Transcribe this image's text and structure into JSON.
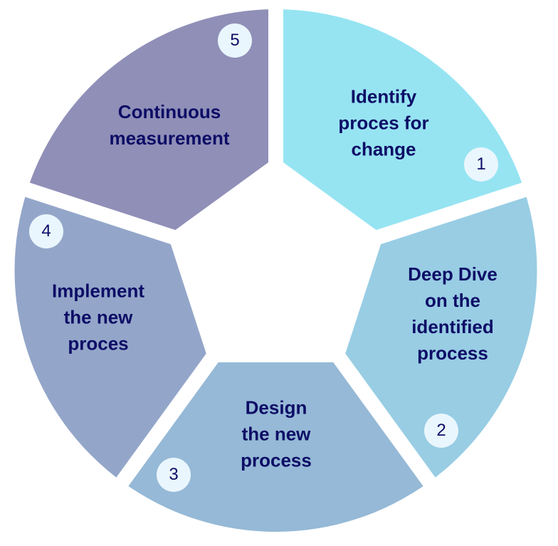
{
  "diagram": {
    "type": "cycle",
    "steps": [
      {
        "number": "1",
        "label_lines": [
          "Identify",
          "proces for",
          "change"
        ],
        "color": "#96e4f2"
      },
      {
        "number": "2",
        "label_lines": [
          "Deep Dive",
          "on the",
          "identified",
          "process"
        ],
        "color": "#98cde4"
      },
      {
        "number": "3",
        "label_lines": [
          "Design",
          "the new",
          "process"
        ],
        "color": "#95b9d6"
      },
      {
        "number": "4",
        "label_lines": [
          "Implement",
          "the new",
          "proces"
        ],
        "color": "#93a6c9"
      },
      {
        "number": "5",
        "label_lines": [
          "Continuous",
          "measurement"
        ],
        "color": "#8f8fb8"
      }
    ],
    "text_color": "#0d0d66",
    "badge_color": "#eaf6fd"
  }
}
